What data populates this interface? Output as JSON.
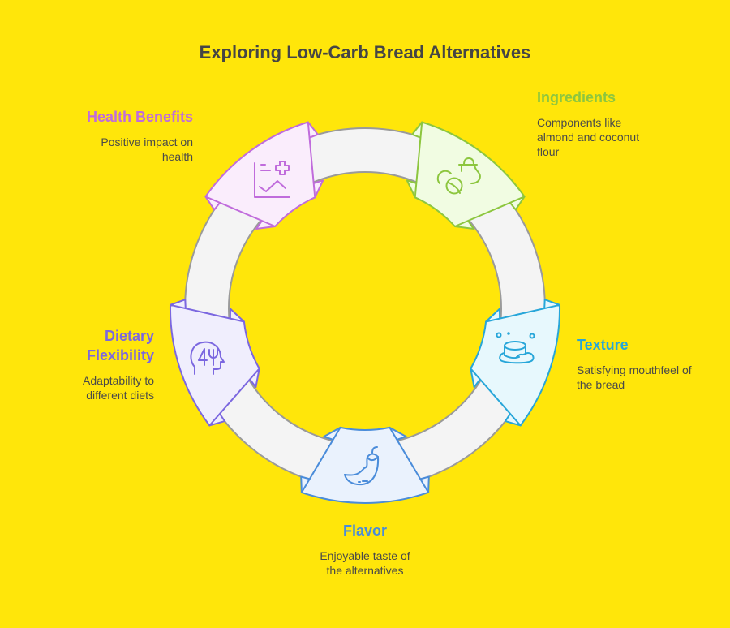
{
  "title": "Exploring Low-Carb Bread Alternatives",
  "ring": {
    "fill": "#F4F4F4",
    "stroke": "#9A9A9A"
  },
  "segments": [
    {
      "id": "health-benefits",
      "label": "Health Benefits",
      "description": "Positive impact on health",
      "icon": "health-chart-plus-icon",
      "accent": "#C06CDC",
      "fill": "#FAEDFC"
    },
    {
      "id": "ingredients",
      "label": "Ingredients",
      "description": "Components like almond and coconut flour",
      "icon": "nuts-and-flour-jar-icon",
      "accent": "#8DC63F",
      "fill": "#F1FCE2"
    },
    {
      "id": "texture",
      "label": "Texture",
      "description": "Satisfying mouthfeel of the bread",
      "icon": "soft-cake-icon",
      "accent": "#27A6D9",
      "fill": "#E7F8FD"
    },
    {
      "id": "flavor",
      "label": "Flavor",
      "description": "Enjoyable taste of the alternatives",
      "icon": "chili-pepper-icon",
      "accent": "#4A8CDA",
      "fill": "#EAF2FD"
    },
    {
      "id": "dietary-flexibility",
      "label": "Dietary Flexibility",
      "description": "Adaptability to different diets",
      "icon": "head-with-fork-icon",
      "accent": "#7B67E0",
      "fill": "#F0EEFD"
    }
  ]
}
